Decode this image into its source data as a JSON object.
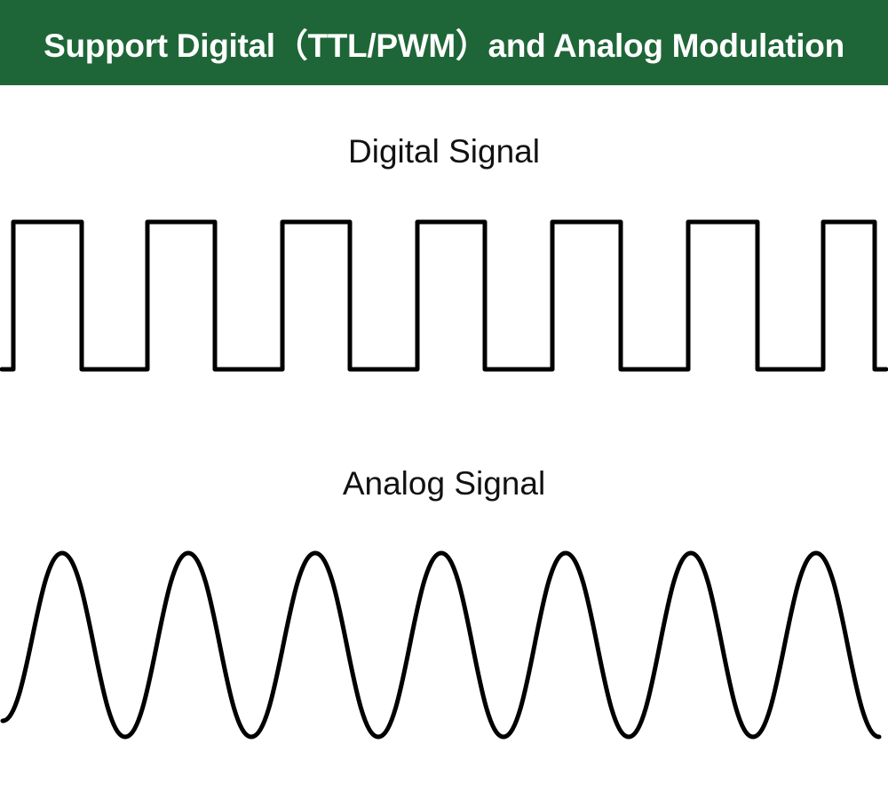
{
  "banner": {
    "title": "Support Digital（TTL/PWM）and Analog Modulation",
    "background": "#1e6637",
    "text_color": "#ffffff"
  },
  "digital": {
    "label": "Digital Signal",
    "high_segments": [
      [
        15,
        92
      ],
      [
        166,
        242
      ],
      [
        318,
        394
      ],
      [
        470,
        546
      ],
      [
        622,
        699
      ],
      [
        775,
        853
      ],
      [
        927,
        985
      ]
    ]
  },
  "analog": {
    "label": "Analog Signal",
    "peaks": [
      70,
      212,
      355,
      497,
      637,
      778,
      919
    ],
    "troughs": [
      141,
      283,
      426,
      567,
      708,
      848,
      990
    ]
  },
  "colors": {
    "stroke": "#000000",
    "text": "#111111"
  }
}
